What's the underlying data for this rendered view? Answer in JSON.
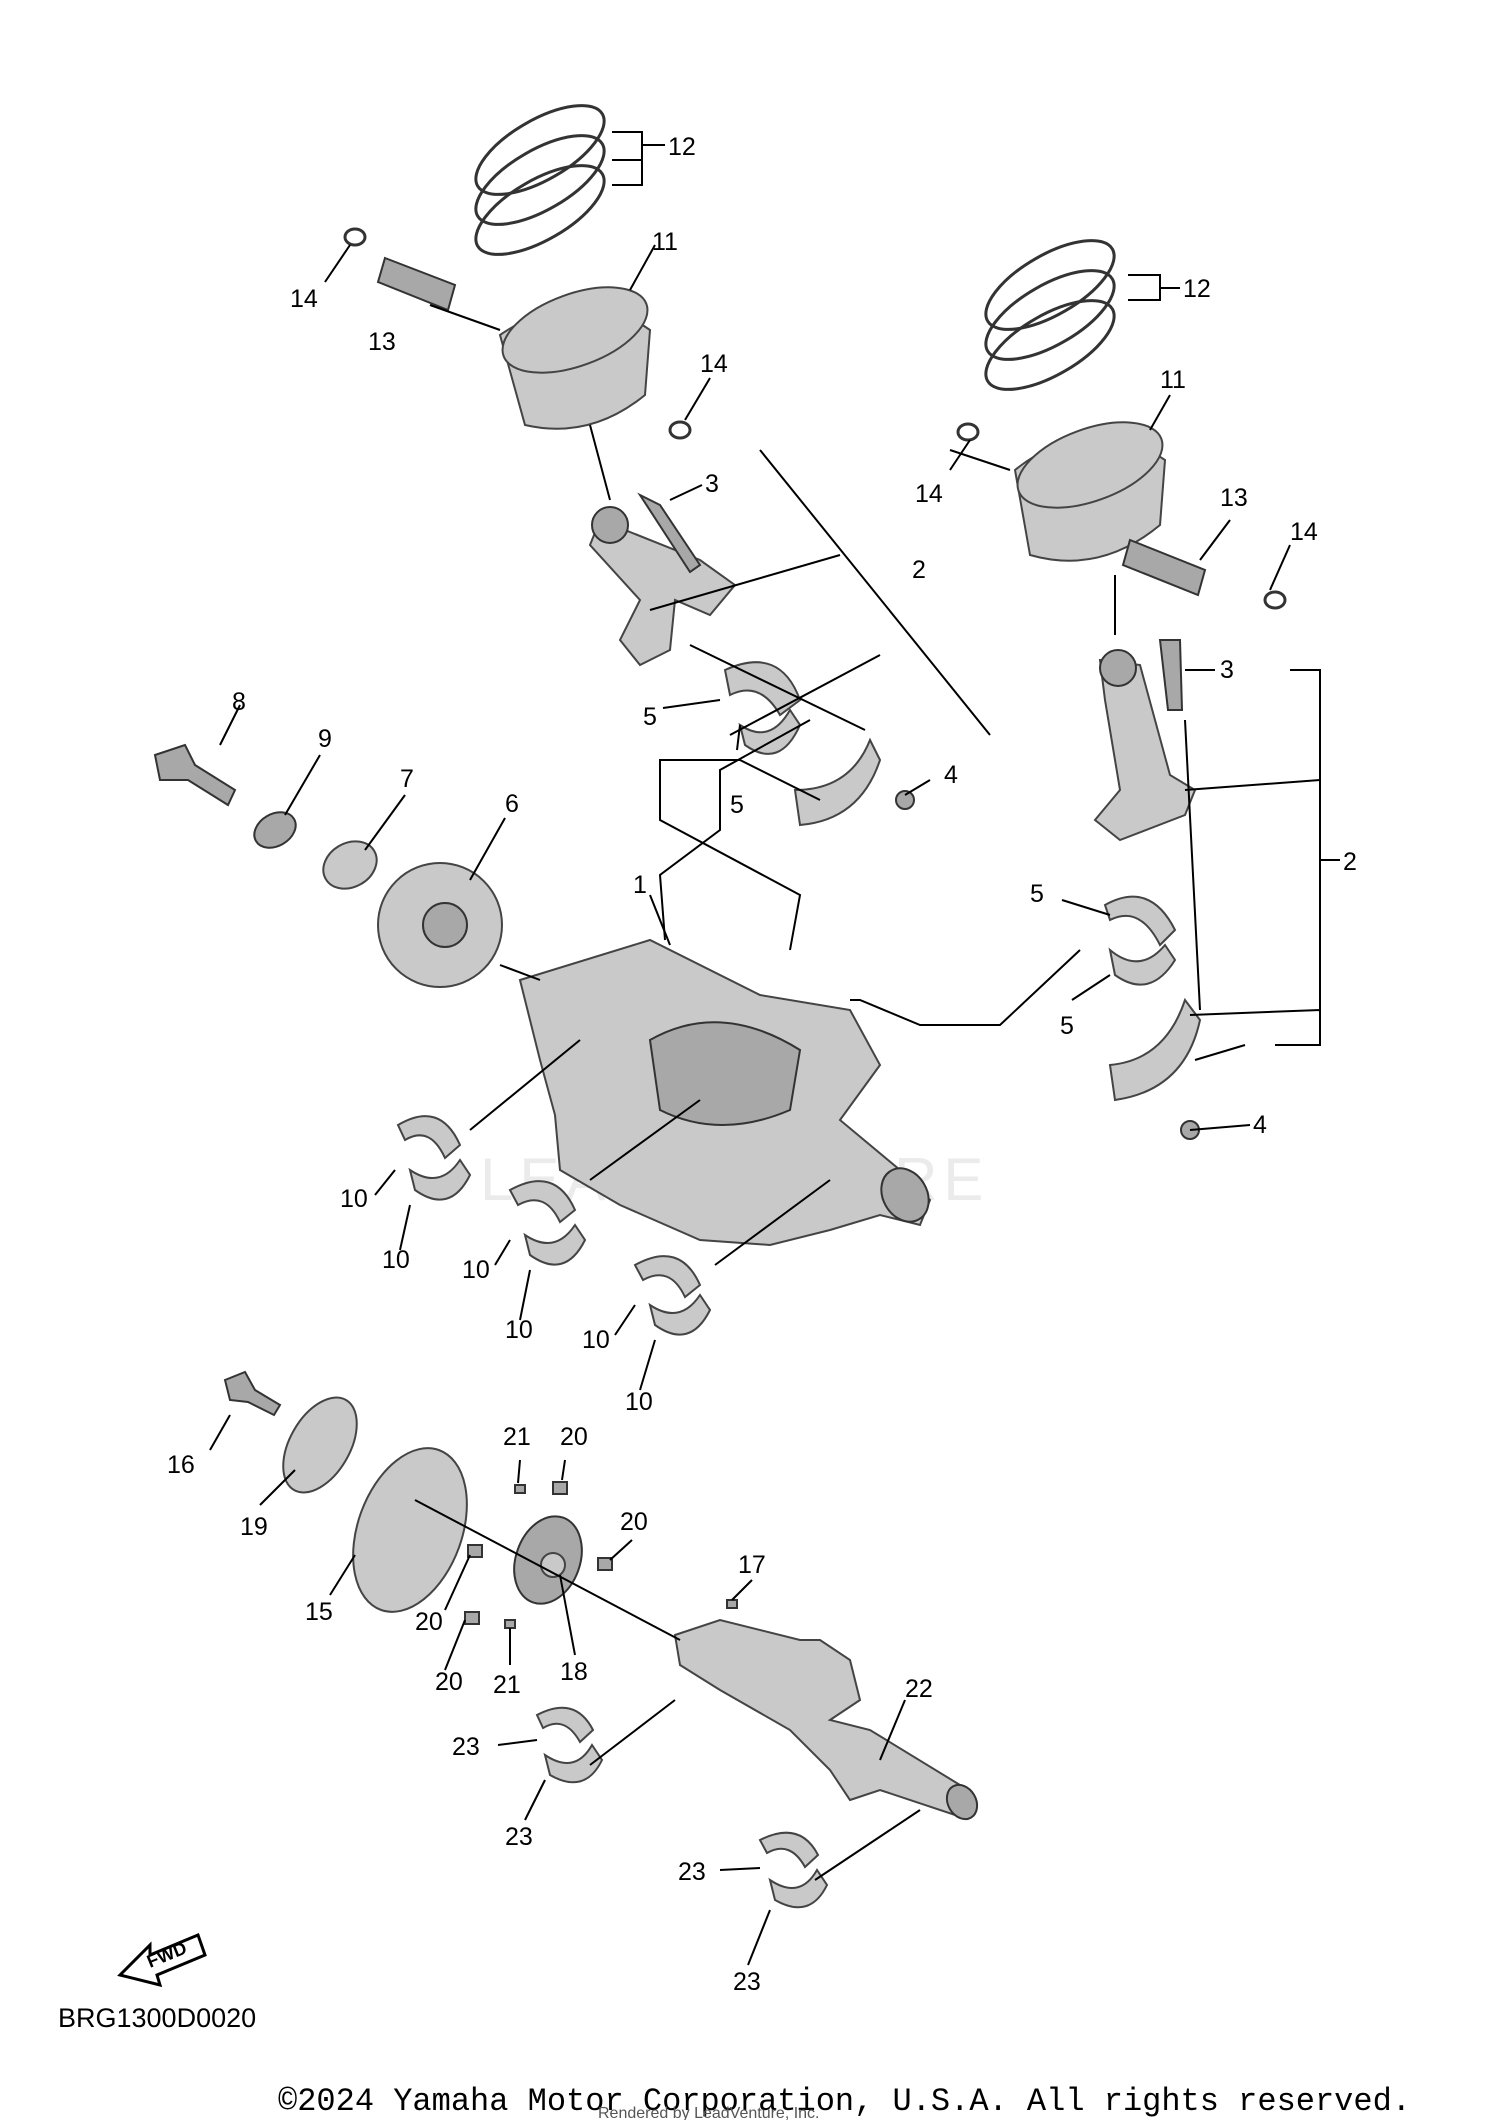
{
  "diagram": {
    "code": "BRG1300D0020",
    "copyright": "©2024 Yamaha Motor Corporation, U.S.A. All rights reserved.",
    "rendered_by": "Rendered by LeadVenture, Inc.",
    "watermark": "LEADVENTURE",
    "fwd": "FWD",
    "callouts": {
      "c1": "1",
      "c2a": "2",
      "c2b": "2",
      "c3a": "3",
      "c3b": "3",
      "c4a": "4",
      "c4b": "4",
      "c5a": "5",
      "c5b": "5",
      "c5c": "5",
      "c5d": "5",
      "c6": "6",
      "c7": "7",
      "c8": "8",
      "c9": "9",
      "c10a": "10",
      "c10b": "10",
      "c10c": "10",
      "c10d": "10",
      "c10e": "10",
      "c10f": "10",
      "c11a": "11",
      "c11b": "11",
      "c12a": "12",
      "c12b": "12",
      "c13a": "13",
      "c13b": "13",
      "c14a": "14",
      "c14b": "14",
      "c14c": "14",
      "c14d": "14",
      "c15": "15",
      "c16": "16",
      "c17": "17",
      "c18": "18",
      "c19": "19",
      "c20a": "20",
      "c20b": "20",
      "c20c": "20",
      "c20d": "20",
      "c21a": "21",
      "c21b": "21",
      "c22": "22",
      "c23a": "23",
      "c23b": "23",
      "c23c": "23",
      "c23d": "23"
    }
  }
}
